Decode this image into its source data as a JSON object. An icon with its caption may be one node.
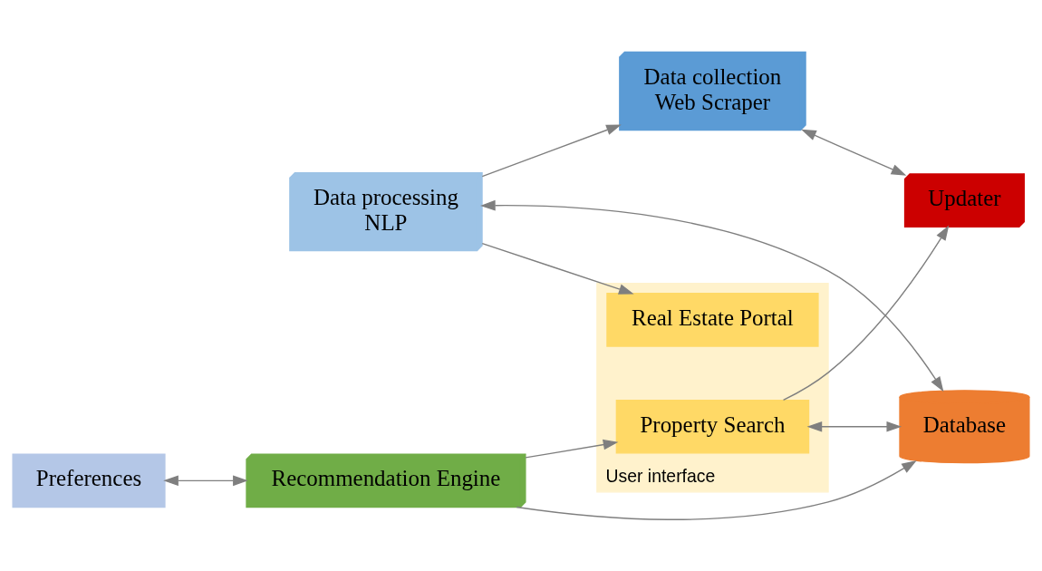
{
  "diagram": {
    "nodes": [
      {
        "text": [
          "Data collection",
          "Web Scraper"
        ]
      },
      {
        "text": [
          "User interface"
        ]
      },
      {
        "text": [
          "Real Estate Portal"
        ],
        "in": 1
      },
      {
        "text": [
          "Property Search"
        ],
        "in": 1
      },
      {
        "text": [
          "Data processing",
          "NLP"
        ]
      },
      {
        "text": [
          "Updater"
        ]
      },
      {
        "text": [
          "Database"
        ]
      },
      {
        "text": [
          "Preferences"
        ]
      },
      {
        "text": [
          "Recommendation Engine"
        ]
      }
    ],
    "edges": [
      {
        "from": 4,
        "to": 0,
        "arrow": "to"
      },
      {
        "from": 4,
        "to": 2,
        "arrow": "to"
      },
      {
        "from": 0,
        "to": 5,
        "arrow": "both"
      },
      {
        "from": 3,
        "to": 5,
        "arrow": "to"
      },
      {
        "from": 4,
        "to": 6,
        "arrow": "both"
      },
      {
        "from": 3,
        "to": 6,
        "arrow": "both"
      },
      {
        "from": 8,
        "to": 6,
        "arrow": "to"
      },
      {
        "from": 7,
        "to": 8,
        "arrow": "both"
      },
      {
        "from": 8,
        "to": 3,
        "arrow": "to"
      }
    ]
  }
}
